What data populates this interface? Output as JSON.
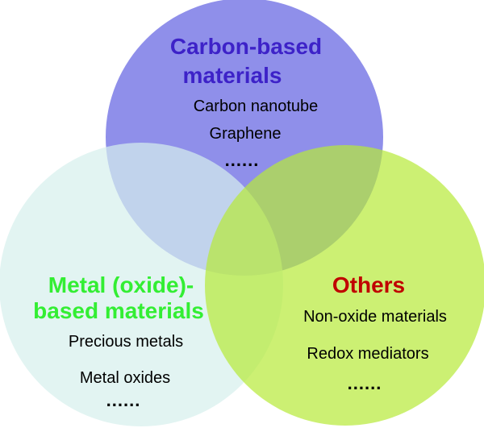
{
  "colors": {
    "carbon_fill": "#8585e8",
    "metal_fill": "#d6f0ec",
    "others_fill": "#b6ea37",
    "carbon_title": "#3d22c8",
    "metal_title": "#33ee33",
    "others_title": "#c00000"
  },
  "carbon": {
    "title_line1": "Carbon-based",
    "title_line2": "materials",
    "items": [
      "Carbon nanotube",
      "Graphene"
    ],
    "ellipsis": "......"
  },
  "metal": {
    "title_line1": "Metal (oxide)-",
    "title_line2": "based materials",
    "items": [
      "Precious metals",
      "Metal oxides"
    ],
    "ellipsis": "......"
  },
  "others": {
    "title_line1": "Others",
    "items": [
      "Non-oxide materials",
      "Redox mediators"
    ],
    "ellipsis": "......"
  }
}
